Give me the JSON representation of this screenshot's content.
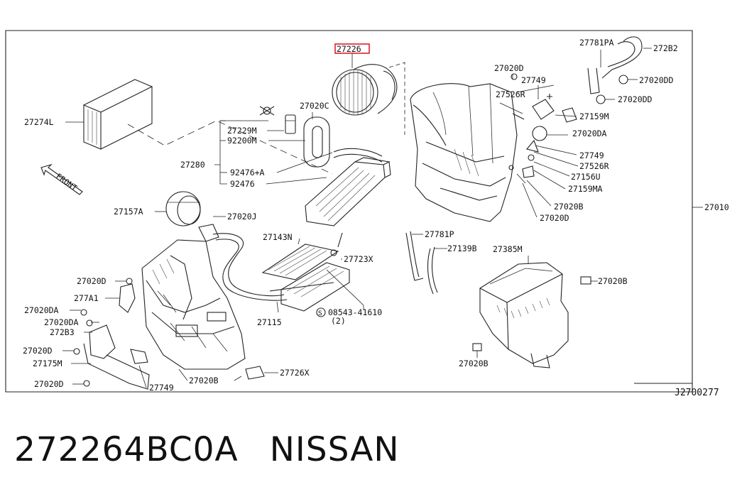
{
  "diagram": {
    "code": "J2700277",
    "direction": "FRONT",
    "highlight_color": "#e0202a",
    "highlighted_part": "27226",
    "labels": [
      "27226",
      "27274L",
      "27229M",
      "92200M",
      "27280",
      "92476+A",
      "92476",
      "27020C",
      "27157A",
      "27020J",
      "27143N",
      "27723X",
      "08543-41610",
      "(2)",
      "27115",
      "27020D",
      "277A1",
      "27020DA",
      "27020DA",
      "272B3",
      "27020D",
      "27175M",
      "27020D",
      "27749",
      "27020B",
      "27726X",
      "27020D",
      "27749",
      "27526R",
      "27020DA",
      "27159M",
      "27749",
      "27526R",
      "27156U",
      "27159MA",
      "27020B",
      "27020D",
      "27781PA",
      "272B2",
      "27020DD",
      "27020DD",
      "27010",
      "27781P",
      "27139B",
      "27385M",
      "27020B",
      "27020B"
    ]
  },
  "footer": {
    "part_number": "272264BC0A",
    "brand": "NISSAN"
  }
}
